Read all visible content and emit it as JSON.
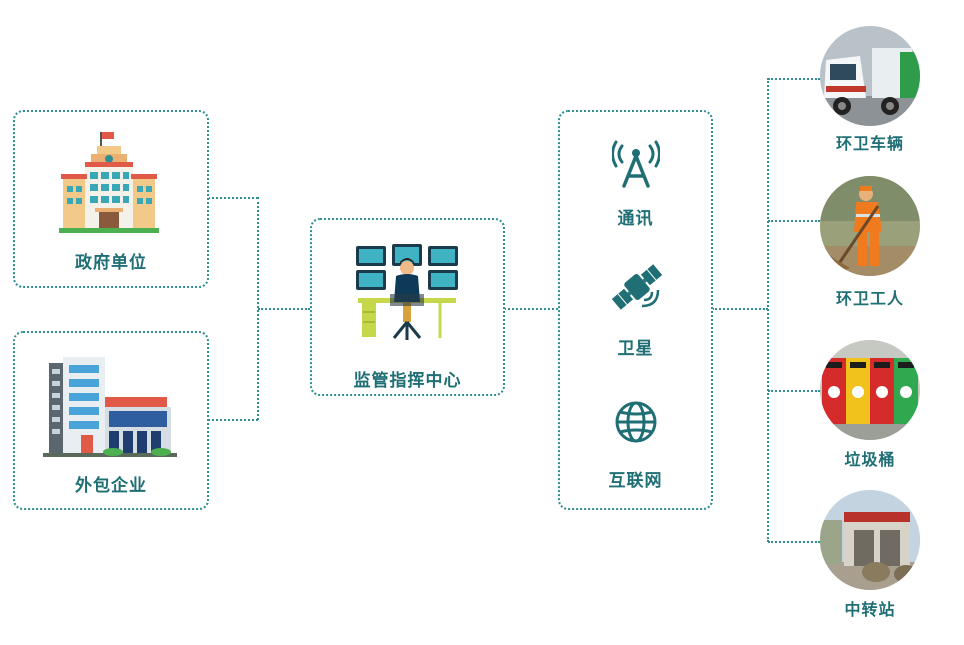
{
  "left_units": {
    "government": {
      "label": "政府单位",
      "icon": "government-building-icon"
    },
    "outsource": {
      "label": "外包企业",
      "icon": "company-building-icon"
    }
  },
  "center": {
    "label": "监管指挥中心",
    "icon": "monitoring-operator-icon"
  },
  "channels": [
    {
      "label": "通讯",
      "icon": "signal-tower-icon"
    },
    {
      "label": "卫星",
      "icon": "satellite-icon"
    },
    {
      "label": "互联网",
      "icon": "globe-icon"
    }
  ],
  "targets": [
    {
      "label": "环卫车辆",
      "icon": "sanitation-truck-photo"
    },
    {
      "label": "环卫工人",
      "icon": "sanitation-worker-photo"
    },
    {
      "label": "垃圾桶",
      "icon": "trash-bins-photo"
    },
    {
      "label": "中转站",
      "icon": "transfer-station-photo"
    }
  ],
  "colors": {
    "accent": "#2f8f94",
    "text": "#1f6f75"
  }
}
